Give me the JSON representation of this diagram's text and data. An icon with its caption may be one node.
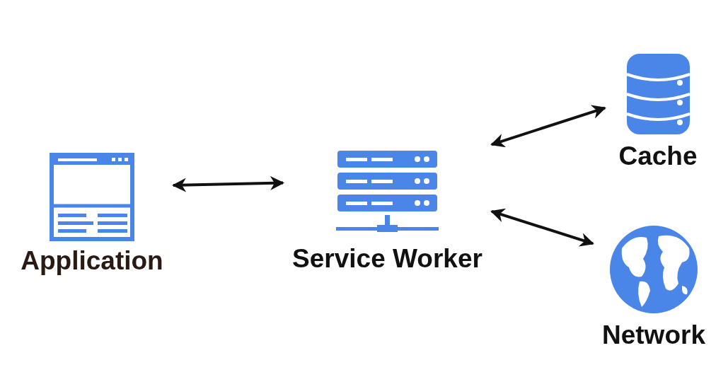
{
  "diagram": {
    "nodes": [
      {
        "text": [
          "Application"
        ]
      },
      {
        "text": [
          "Service Worker"
        ]
      },
      {
        "text": [
          "Cache"
        ]
      },
      {
        "text": [
          "Network"
        ]
      }
    ],
    "edges": [
      {
        "from": 0,
        "to": 1,
        "arrow": "both"
      },
      {
        "from": 1,
        "to": 2,
        "arrow": "both"
      },
      {
        "from": 1,
        "to": 3,
        "arrow": "both"
      }
    ]
  }
}
